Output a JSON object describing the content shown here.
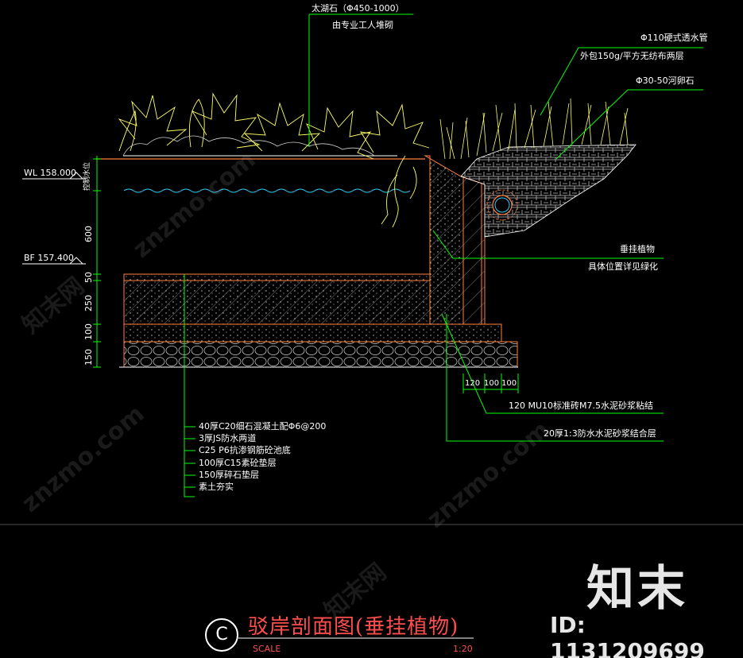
{
  "colors": {
    "background": "#000000",
    "leader": "#00ff00",
    "plant": "#ffff66",
    "outline": "#ff8040",
    "text": "#ffffff",
    "title": "#ff4d4d",
    "water": "#33ccff"
  },
  "labels": {
    "rock": "太湖石（Φ450-1000）",
    "rock_note": "由专业工人堆砌",
    "pipe": "Φ110硬式透水管",
    "pipe_wrap": "外包150g/平方无纺布两层",
    "pebble": "Φ30-50河卵石",
    "hanging_plant": "垂挂植物",
    "hanging_plant_note": "具体位置详见绿化",
    "brick": "120 MU10标准砖M7.5水泥砂浆粘结",
    "mortar": "20厚1:3防水水泥砂浆结合层"
  },
  "layers": [
    "40厚C20细石混凝土配Φ6@200",
    "3厚JS防水两道",
    "C25 P6抗渗钢筋砼池底",
    "100厚C15素砼垫层",
    "150厚碎石垫层",
    "素土夯实"
  ],
  "levels": {
    "wl": "WL 158.000",
    "bf": "BF 157.400"
  },
  "vdims": {
    "top": "控制水位",
    "d600": "600",
    "d50": "50",
    "d250": "250",
    "d100": "100",
    "d150": "150"
  },
  "hdims": {
    "a": "120",
    "b": "100",
    "c": "100"
  },
  "title": {
    "main": "驳岸剖面图(垂挂植物)",
    "scale_label": "SCALE",
    "scale_value": "1:20",
    "index": "C"
  },
  "watermark": {
    "brand": "知末",
    "id": "ID: 1131209699",
    "site": "znzmo.com",
    "cn": "知末网"
  }
}
